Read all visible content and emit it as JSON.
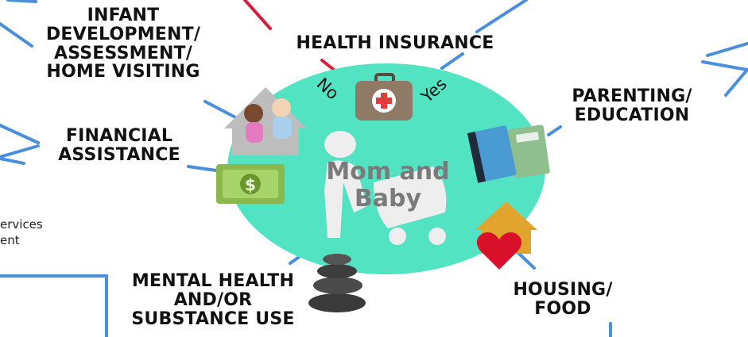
{
  "labels": {
    "infant": [
      "INFANT",
      "DEVELOPMENT/",
      "ASSESSMENT/",
      "HOME VISITING"
    ],
    "health_insurance": "HEALTH INSURANCE",
    "parenting": [
      "PARENTING/",
      "EDUCATION"
    ],
    "financial": [
      "FINANCIAL",
      "ASSISTANCE"
    ],
    "mental_health": [
      "MENTAL HEALTH",
      "AND/OR",
      "SUBSTANCE USE"
    ],
    "housing": [
      "HOUSING/",
      "FOOD"
    ]
  },
  "center": [
    "Mom and",
    "Baby"
  ],
  "insurance_options": {
    "no": "No",
    "yes": "Yes"
  },
  "partial_text": [
    "ervices",
    "ent"
  ],
  "colors": {
    "ellipse": "#52e3c2",
    "spoke_blue": "#4a8fdc",
    "spoke_red": "#d31f3a",
    "dollar_green": "#8bb84d"
  },
  "icons": [
    "house-babies-icon",
    "medical-kit-icon",
    "books-icon",
    "money-icon",
    "mom-stroller-icon",
    "stones-icon",
    "house-heart-icon"
  ]
}
